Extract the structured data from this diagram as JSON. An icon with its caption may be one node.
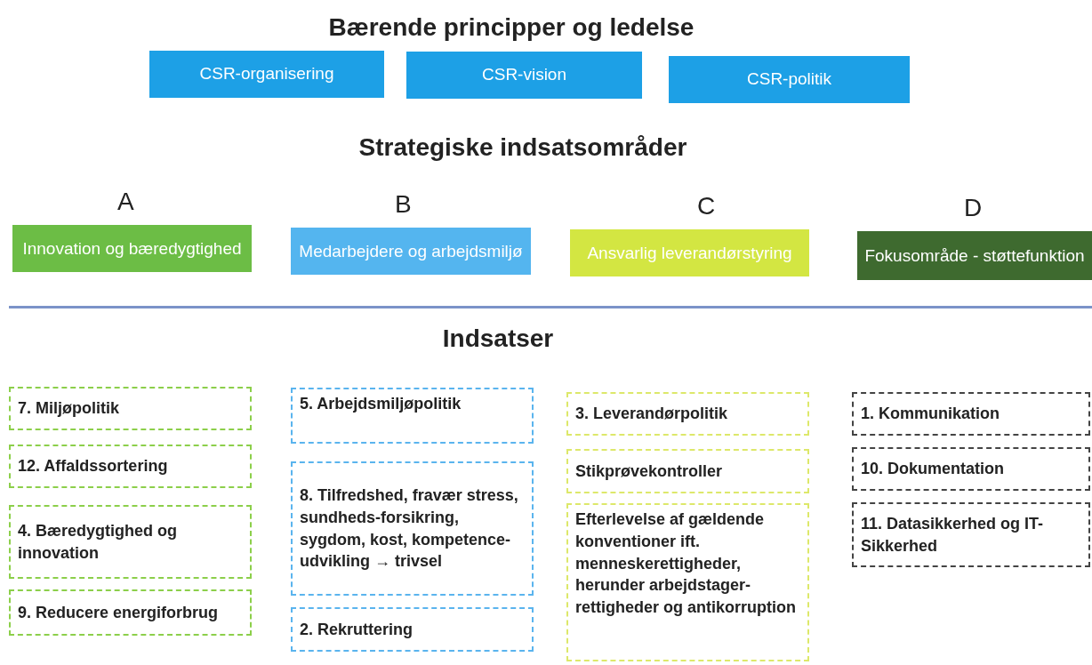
{
  "diagram": {
    "title": "Bærende principper og ledelse",
    "nodes": [
      {
        "text": [
          "CSR-organisering"
        ]
      },
      {
        "text": [
          "CSR-vision"
        ]
      },
      {
        "text": [
          "CSR-politik"
        ]
      },
      {
        "text": [
          "A",
          "Innovation og bæredygtighed"
        ]
      },
      {
        "text": [
          "B",
          "Medarbejdere og arbejdsmiljø"
        ]
      },
      {
        "text": [
          "C",
          "Ansvarlig leverandørstyring"
        ]
      },
      {
        "text": [
          "D",
          "Fokusområde - støttefunktion"
        ]
      },
      {
        "text": [
          "7. Miljøpolitik"
        ]
      },
      {
        "text": [
          "12. Affaldssortering"
        ]
      },
      {
        "text": [
          "4. Bæredygtighed og innovation"
        ]
      },
      {
        "text": [
          "9. Reducere energiforbrug"
        ]
      },
      {
        "text": [
          "5. Arbejdsmiljøpolitik"
        ]
      },
      {
        "text": [
          "8. Tilfredshed, fravær stress, sundheds-forsikring, sygdom, kost, kompetence-udvikling → trivsel"
        ]
      },
      {
        "text": [
          "2. Rekruttering"
        ]
      },
      {
        "text": [
          "3. Leverandørpolitik"
        ]
      },
      {
        "text": [
          "Stikprøvekontroller"
        ]
      },
      {
        "text": [
          "Efterlevelse af gældende konventioner ift. menneskerettigheder, herunder arbejdstager-rettigheder og antikorruption"
        ]
      },
      {
        "text": [
          "1. Kommunikation"
        ]
      },
      {
        "text": [
          "10. Dokumentation"
        ]
      },
      {
        "text": [
          "11. Datasikkerhed og IT-Sikkerhed"
        ]
      }
    ],
    "labels": [
      "Strategiske indsatsområder",
      "Indsatser"
    ]
  }
}
